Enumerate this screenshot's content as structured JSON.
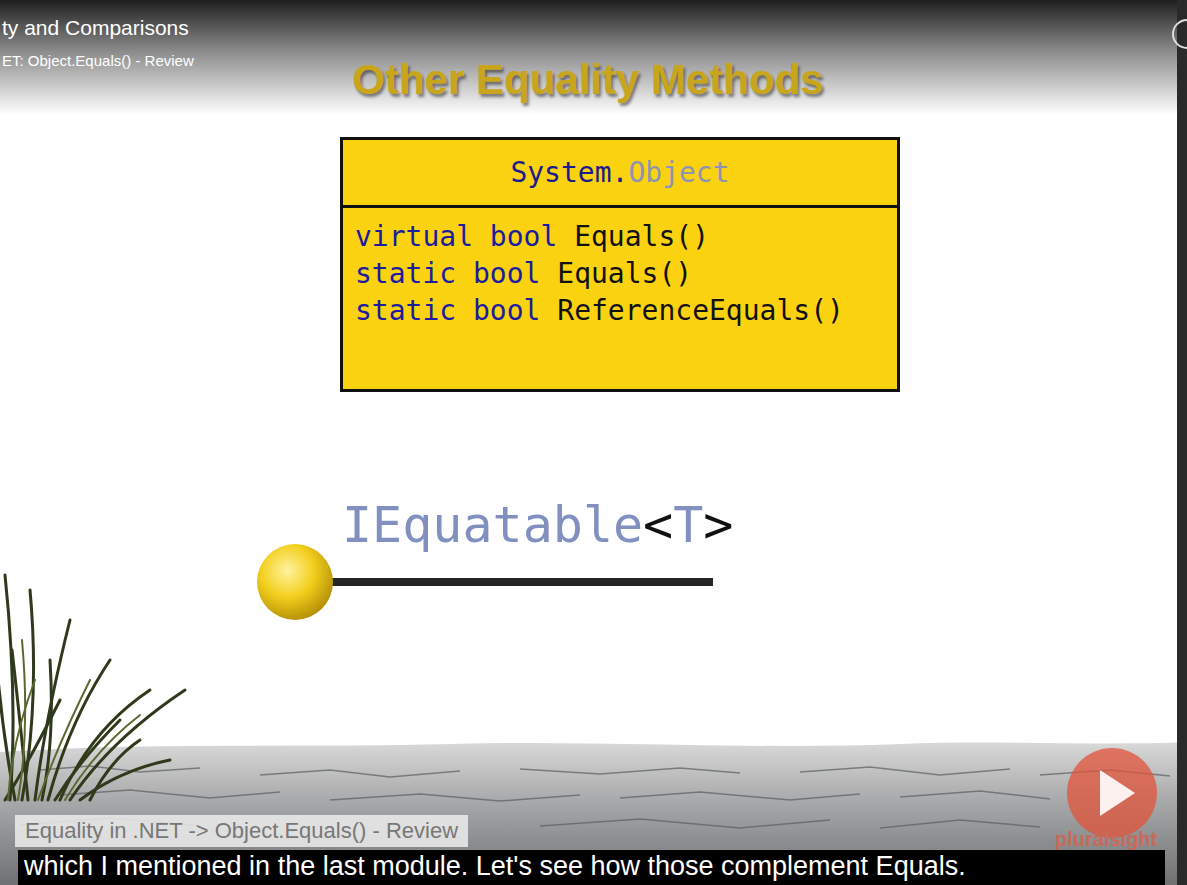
{
  "diagram": {
    "title": "Other Equality Methods",
    "nodes": [
      {
        "text": [
          "System.Object",
          "virtual bool Equals()",
          "static bool Equals()",
          "static bool ReferenceEquals()"
        ]
      }
    ],
    "labels": [
      "ty and Comparisons",
      "ET: Object.Equals() - Review",
      "IEquatable<T>",
      "Equality in .NET -> Object.Equals() - Review",
      "which I mentioned in the last module. Let's see how those complement Equals.",
      "pluralsight"
    ]
  }
}
